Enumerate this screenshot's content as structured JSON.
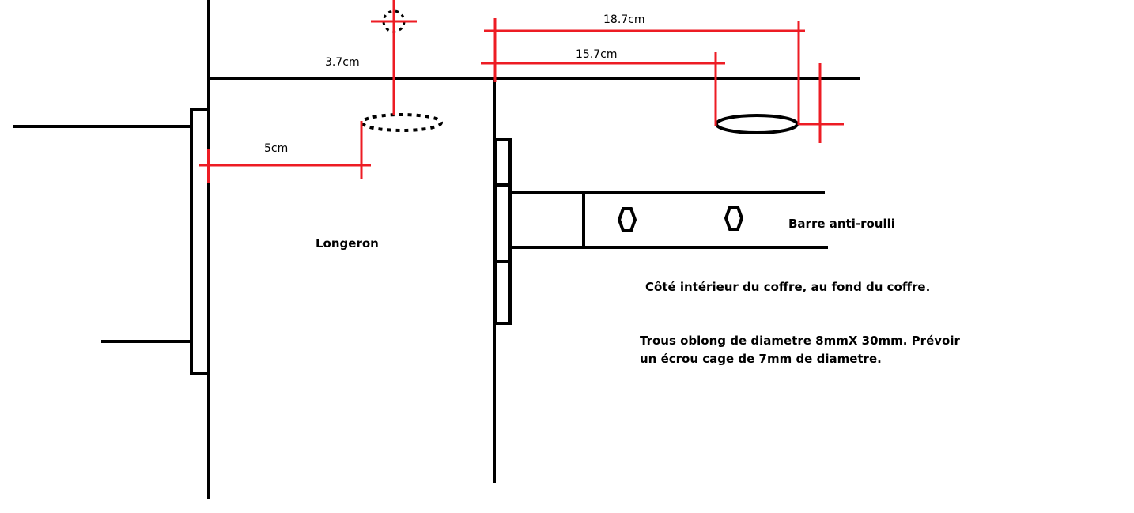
{
  "measurements": {
    "m1": "3.7cm",
    "m2": "5cm",
    "m3": "18.7cm",
    "m4": "15.7cm"
  },
  "labels": {
    "longeron": "Longeron",
    "barre": "Barre anti-roulli",
    "location": "Côté intérieur du coffre, au fond du coffre.",
    "note_line1": "Trous oblong de diametre 8mmX 30mm. Prévoir",
    "note_line2": "un écrou cage de 7mm de diametre."
  },
  "colors": {
    "structure": "#000000",
    "dimension": "#ed1c24"
  }
}
